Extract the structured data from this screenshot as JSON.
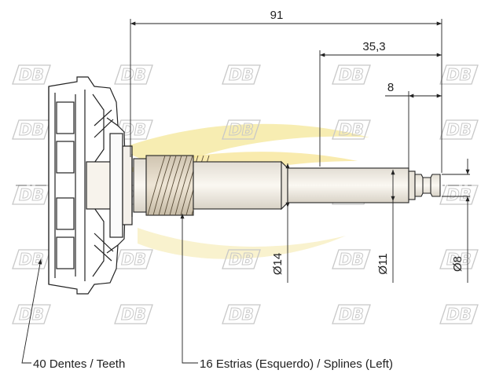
{
  "watermark": {
    "text": "DB",
    "color": "#c8c8c8"
  },
  "dimensions": {
    "overall": "91",
    "to_shoulder": "35,3",
    "end_length": "8",
    "dia_gear": "Ø14",
    "dia_shaft": "Ø11",
    "dia_end": "Ø8"
  },
  "callouts": {
    "teeth": "40 Dentes / Teeth",
    "splines": "16 Estrias (Esquerdo) / Splines (Left)"
  },
  "colors": {
    "outline": "#222222",
    "shaft_fill": "#f4f0ea",
    "accent_yellow": "#f5e58a",
    "accent_blue": "#c8d9ee"
  }
}
